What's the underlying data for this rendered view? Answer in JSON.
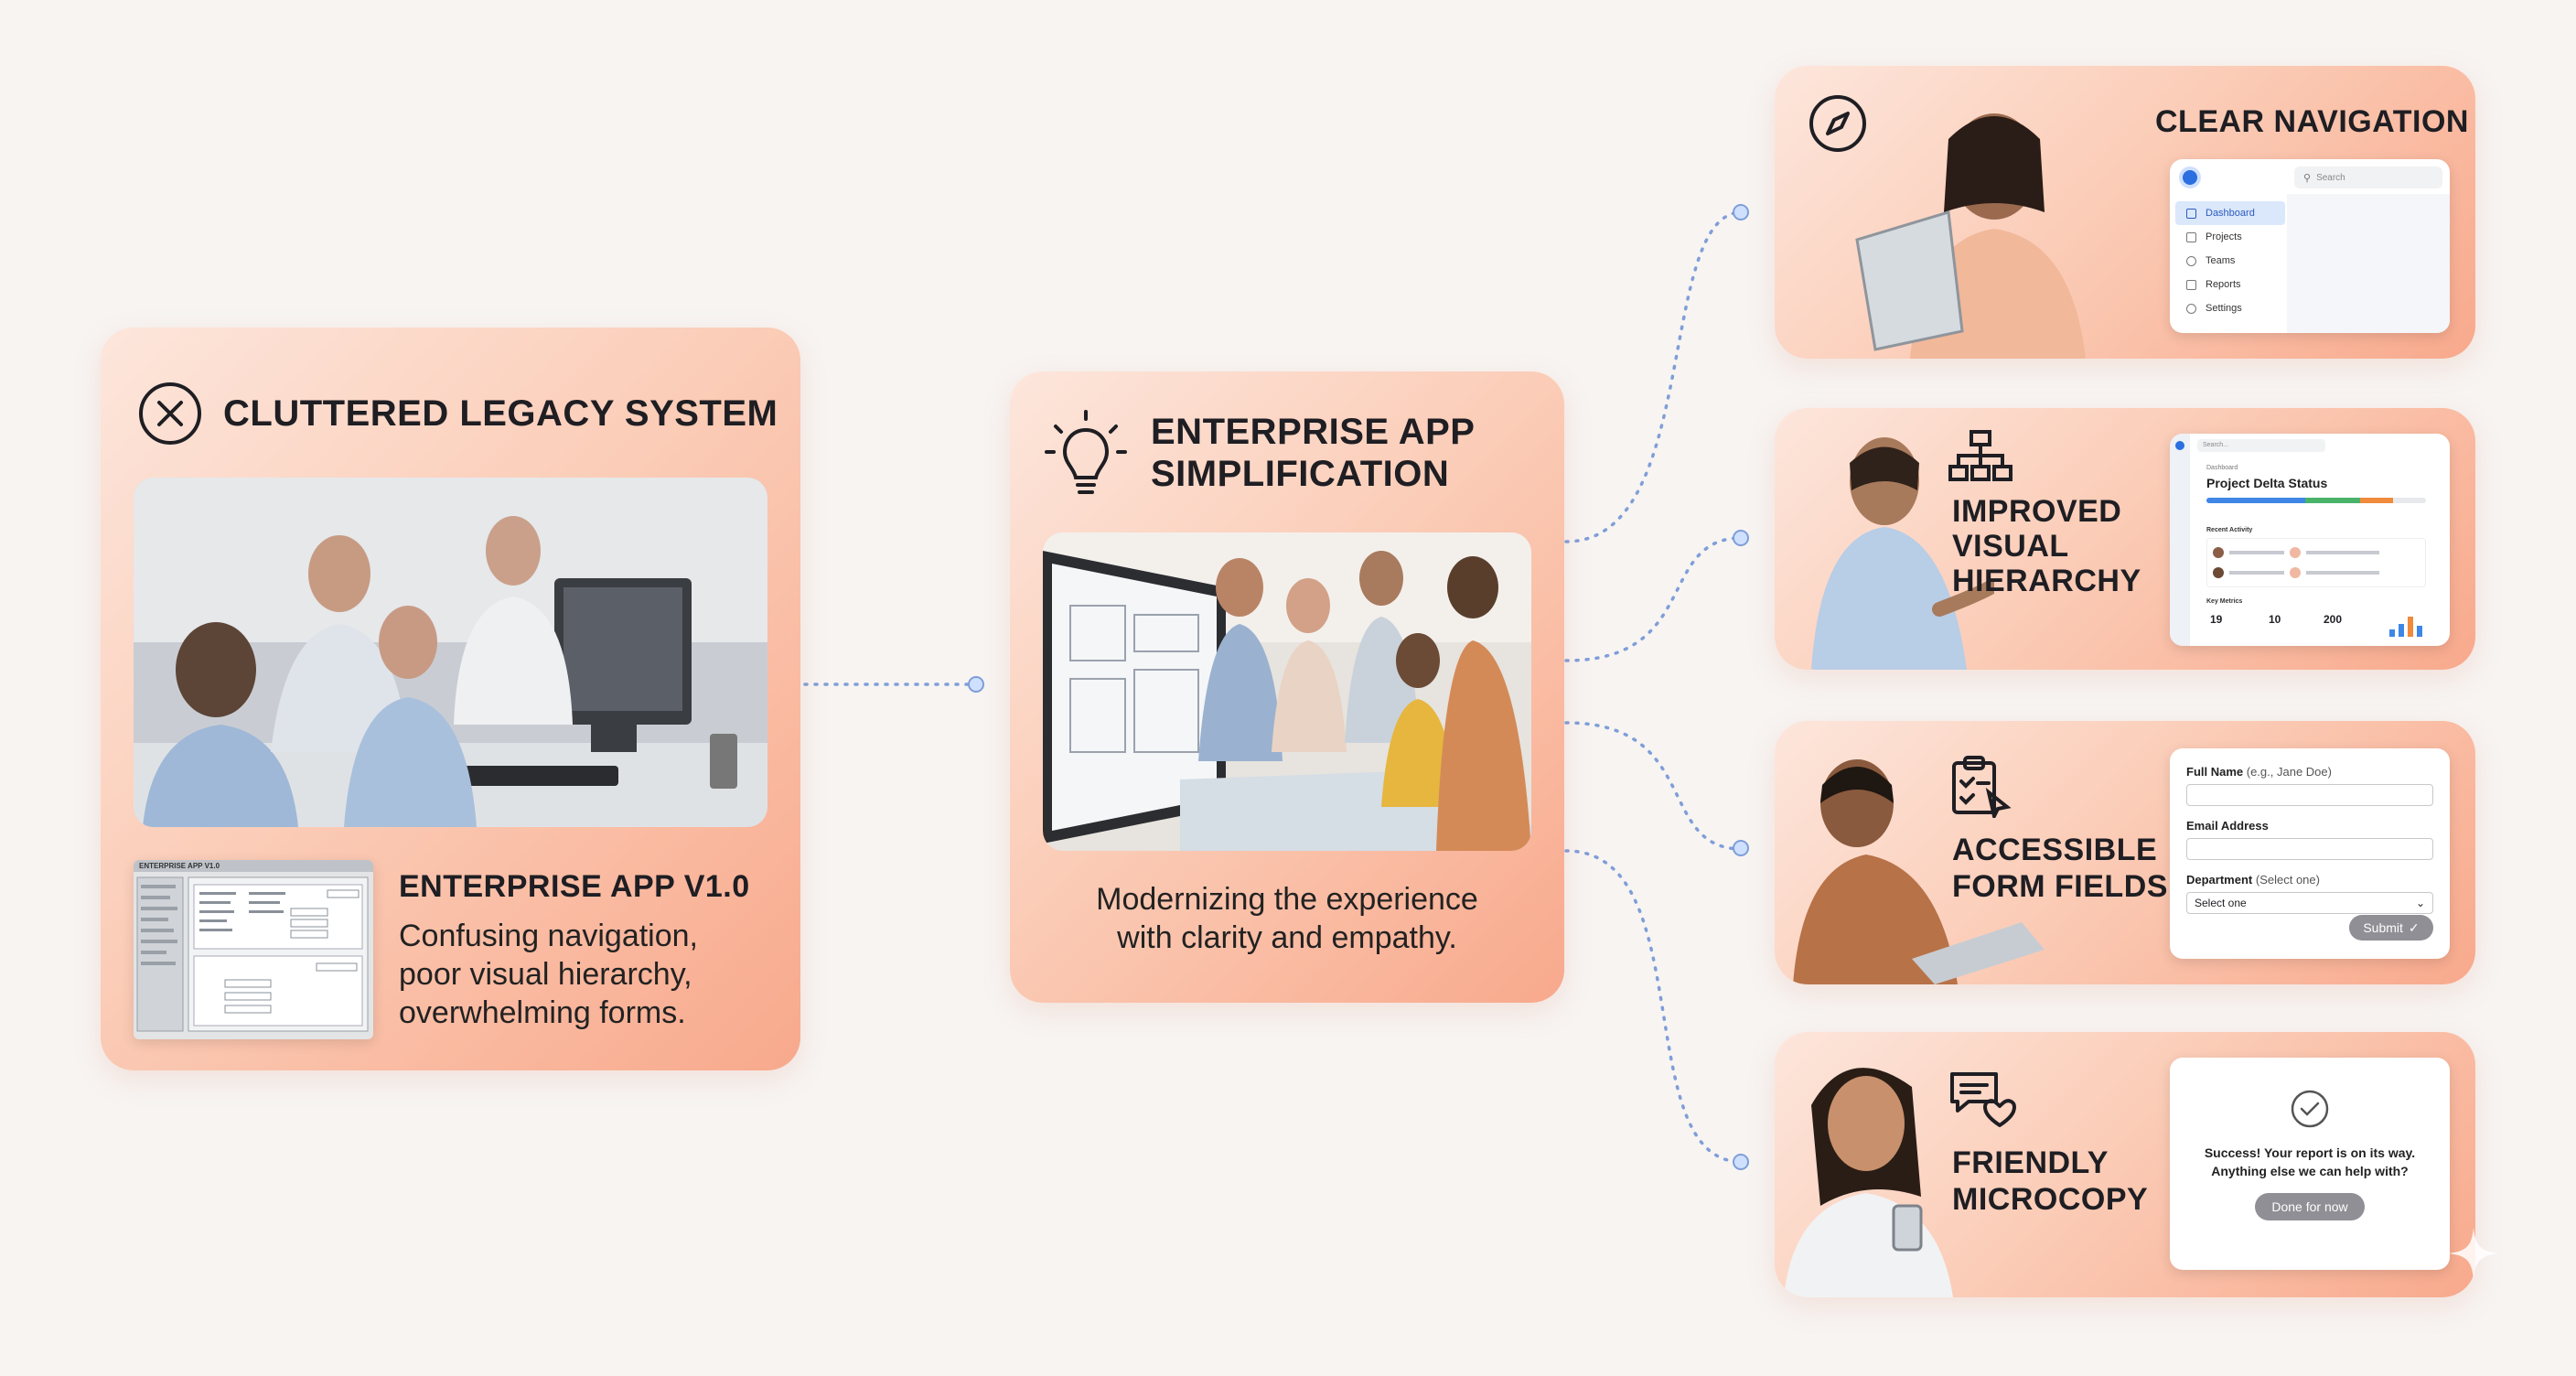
{
  "legacy": {
    "title": "CLUTTERED LEGACY SYSTEM",
    "screenshot_title": "ENTERPRISE APP V1.0",
    "subtitle": "ENTERPRISE APP V1.0",
    "description": "Confusing navigation, poor visual hierarchy, overwhelming forms."
  },
  "center": {
    "title_line1": "ENTERPRISE APP",
    "title_line2": "SIMPLIFICATION",
    "caption_line1": "Modernizing the experience",
    "caption_line2": "with clarity and empathy."
  },
  "navigation": {
    "title": "CLEAR NAVIGATION",
    "search_placeholder": "Search",
    "items": [
      {
        "label": "Dashboard",
        "icon": "grid-icon",
        "active": true
      },
      {
        "label": "Projects",
        "icon": "folder-icon",
        "active": false
      },
      {
        "label": "Teams",
        "icon": "people-icon",
        "active": false
      },
      {
        "label": "Reports",
        "icon": "report-icon",
        "active": false
      },
      {
        "label": "Settings",
        "icon": "gear-icon",
        "active": false
      }
    ]
  },
  "hierarchy": {
    "title_line1": "IMPROVED",
    "title_line2": "VISUAL",
    "title_line3": "HIERARCHY",
    "dash_search": "Search...",
    "dash_breadcrumb": "Dashboard",
    "dash_title": "Project Delta Status",
    "recent_activity": "Recent Activity",
    "key_metrics": "Key Metrics",
    "metrics": [
      "19",
      "10",
      "200"
    ],
    "progress_segments": [
      {
        "color": "#3f86e6",
        "fraction": 0.45
      },
      {
        "color": "#49b36a",
        "fraction": 0.25
      },
      {
        "color": "#f08a3c",
        "fraction": 0.15
      }
    ]
  },
  "forms": {
    "title_line1": "ACCESSIBLE",
    "title_line2": "FORM FIELDS",
    "full_name_label": "Full Name",
    "full_name_hint": "(e.g., Jane Doe)",
    "email_label": "Email Address",
    "department_label": "Department",
    "department_hint": "(Select one)",
    "select_value": "Select one",
    "submit_label": "Submit"
  },
  "microcopy": {
    "title_line1": "FRIENDLY",
    "title_line2": "MICROCOPY",
    "success_line1": "Success! Your report is on its way.",
    "success_line2": "Anything else we can help with?",
    "done_label": "Done for now"
  },
  "colors": {
    "card_gradient_start": "#fde6dc",
    "card_gradient_end": "#f8a98c",
    "connector": "#7f9ed8",
    "background": "#f7f4f2"
  }
}
